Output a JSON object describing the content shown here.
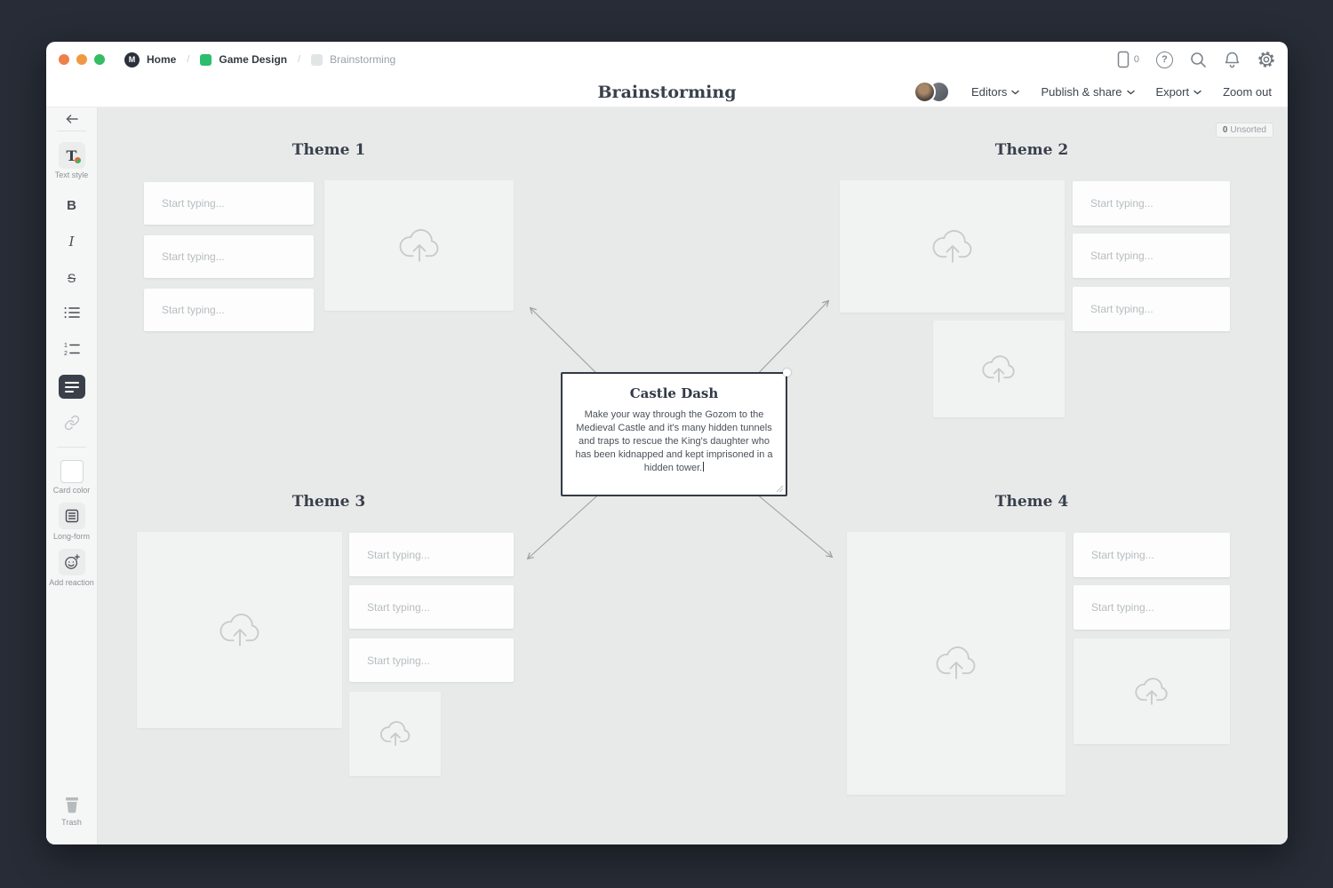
{
  "window": {
    "breadcrumb": {
      "logo": "M",
      "items": [
        {
          "label": "Home"
        },
        {
          "label": "Game Design"
        },
        {
          "label": "Brainstorming"
        }
      ]
    },
    "chrome_icons": {
      "mobile_count": "0",
      "help_glyph": "?"
    },
    "title": "Brainstorming",
    "actions": {
      "editors": "Editors",
      "publish_share": "Publish & share",
      "export": "Export",
      "zoom_out": "Zoom out"
    }
  },
  "sidebar": {
    "text_style": {
      "label": "Text style",
      "glyph": "T"
    },
    "bold_glyph": "B",
    "italic_glyph": "I",
    "strike_glyph": "S",
    "card_color_label": "Card color",
    "long_form_label": "Long-form",
    "add_reaction_label": "Add reaction",
    "trash_label": "Trash"
  },
  "canvas": {
    "unsorted_badge": {
      "count": "0",
      "label": "Unsorted"
    },
    "placeholder": "Start typing...",
    "themes": [
      {
        "title": "Theme 1"
      },
      {
        "title": "Theme 2"
      },
      {
        "title": "Theme 3"
      },
      {
        "title": "Theme 4"
      }
    ],
    "center_card": {
      "title": "Castle Dash",
      "body": "Make your way through the Gozom to the Medieval Castle and it's many hidden tunnels and traps to rescue the King's daughter who has been kidnapped and kept imprisoned in a hidden tower."
    }
  },
  "colors": {
    "accent_green": "#2dbd6e",
    "canvas_bg": "#e8eae9",
    "selected_border": "#333a45",
    "frame_bg": "#272c36"
  }
}
